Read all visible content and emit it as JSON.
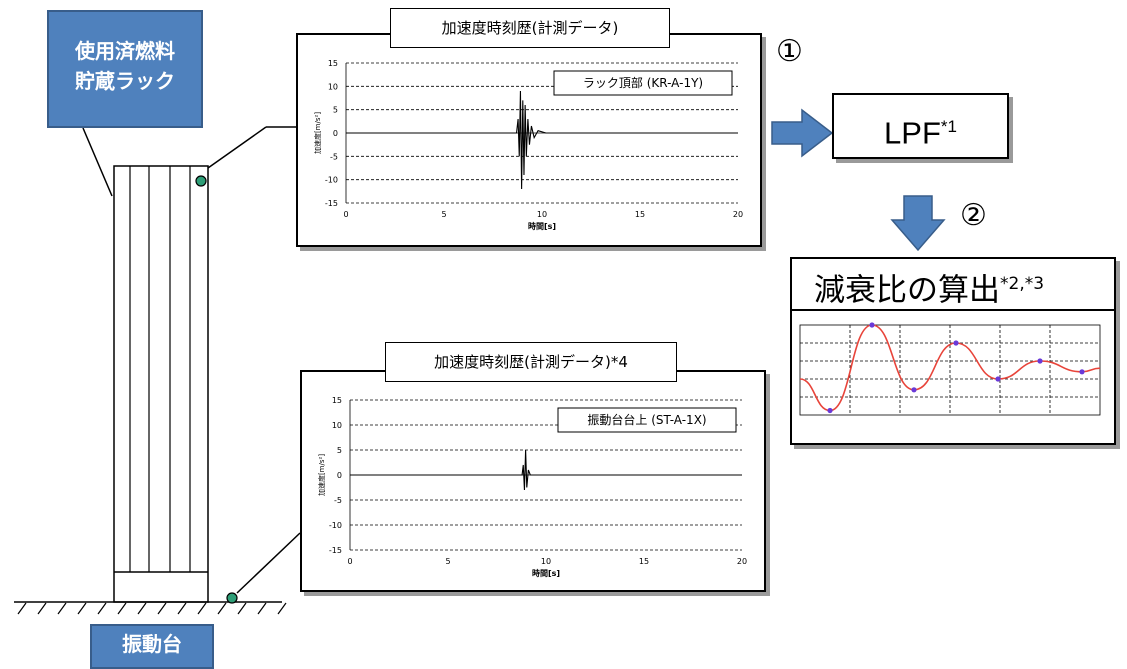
{
  "labels": {
    "rack": "使用済燃料\n貯蔵ラック",
    "table": "振動台",
    "step1": "①",
    "step2": "②",
    "lpf": "LPF",
    "lpf_sup": "*1",
    "damping": "減衰比の算出",
    "damping_sup": "*2,*3"
  },
  "charts": [
    {
      "title": "加速度時刻歴(計測データ)",
      "legend": "ラック頂部 (KR-A-1Y)",
      "ylabel": "加速度[m/s²]",
      "xlabel": "時間[s]"
    },
    {
      "title": "加速度時刻歴(計測データ)*4",
      "legend": "振動台台上 (ST-A-1X)",
      "ylabel": "加速度[m/s²]",
      "xlabel": "時間[s]"
    }
  ],
  "chart_data": [
    {
      "type": "line",
      "title": "加速度時刻歴(計測データ)",
      "xlabel": "時間[s]",
      "ylabel": "加速度[m/s²]",
      "xlim": [
        0,
        20
      ],
      "ylim": [
        -15,
        15
      ],
      "x_ticks": [
        0,
        5,
        10,
        15,
        20
      ],
      "y_ticks": [
        15,
        10,
        5,
        0,
        -5,
        -10,
        -15
      ],
      "grid": true,
      "legend": "top-right",
      "series": [
        {
          "name": "ラック頂部 (KR-A-1Y)",
          "x": [
            0,
            8.7,
            8.78,
            8.84,
            8.9,
            8.96,
            9.02,
            9.08,
            9.14,
            9.2,
            9.28,
            9.36,
            9.46,
            9.6,
            9.8,
            10.2,
            20
          ],
          "y": [
            0,
            0,
            3,
            -5,
            9,
            -12,
            7,
            -9,
            6,
            -5,
            3,
            -2.5,
            1.5,
            -1,
            0.5,
            0,
            0
          ]
        }
      ]
    },
    {
      "type": "line",
      "title": "加速度時刻歴(計測データ)*4",
      "xlabel": "時間[s]",
      "ylabel": "加速度[m/s²]",
      "xlim": [
        0,
        20
      ],
      "ylim": [
        -15,
        15
      ],
      "x_ticks": [
        0,
        5,
        10,
        15,
        20
      ],
      "y_ticks": [
        15,
        10,
        5,
        0,
        -5,
        -10,
        -15
      ],
      "grid": true,
      "legend": "top-right",
      "series": [
        {
          "name": "振動台台上 (ST-A-1X)",
          "x": [
            0,
            8.78,
            8.84,
            8.9,
            8.96,
            9.02,
            9.1,
            9.2,
            20
          ],
          "y": [
            0,
            0,
            2,
            -3,
            5,
            -2.5,
            1,
            0,
            0
          ]
        }
      ]
    },
    {
      "type": "line",
      "title": "",
      "grid": true,
      "series": [
        {
          "x": [
            0,
            0.1,
            0.24,
            0.38,
            0.52,
            0.66,
            0.8,
            0.94,
            1.0
          ],
          "y": [
            0.4,
            0.05,
            1.0,
            0.28,
            0.8,
            0.4,
            0.6,
            0.48,
            0.52
          ]
        }
      ]
    }
  ]
}
